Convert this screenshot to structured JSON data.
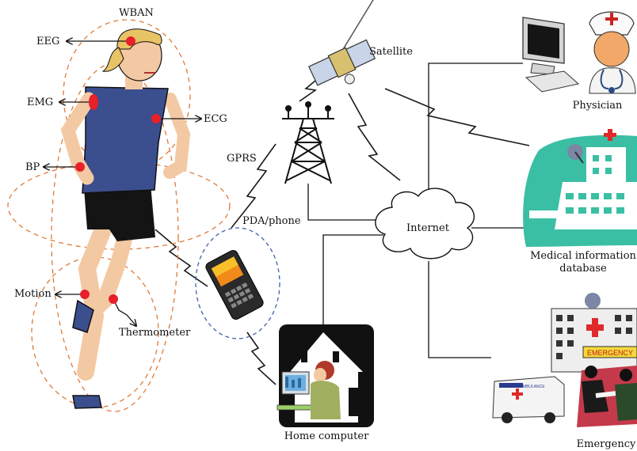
{
  "labels": {
    "wban": "WBAN",
    "eeg": "EEG",
    "emg": "EMG",
    "ecg": "ECG",
    "bp": "BP",
    "motion": "Motion",
    "thermometer": "Thermometer",
    "satellite": "Satellite",
    "gprs": "GPRS",
    "pda_phone": "PDA/phone",
    "internet": "Internet",
    "physician": "Physician",
    "medical_db_line1": "Medical information",
    "medical_db_line2": "database",
    "home_computer": "Home computer",
    "emergency": "Emergency",
    "emergency_sign": "EMERGENCY",
    "ambulance_sign": "AMBULANCE"
  },
  "colors": {
    "sensor": "#e8202a",
    "orbit": "#e07a3a",
    "bolt": "#1a1a1a",
    "hospital_teal": "#3bbfa4",
    "shirt": "#3b4e8e",
    "shorts": "#141414",
    "hair": "#e8c466",
    "skin": "#f3c9a3",
    "phone_ring": "#4060b0"
  }
}
